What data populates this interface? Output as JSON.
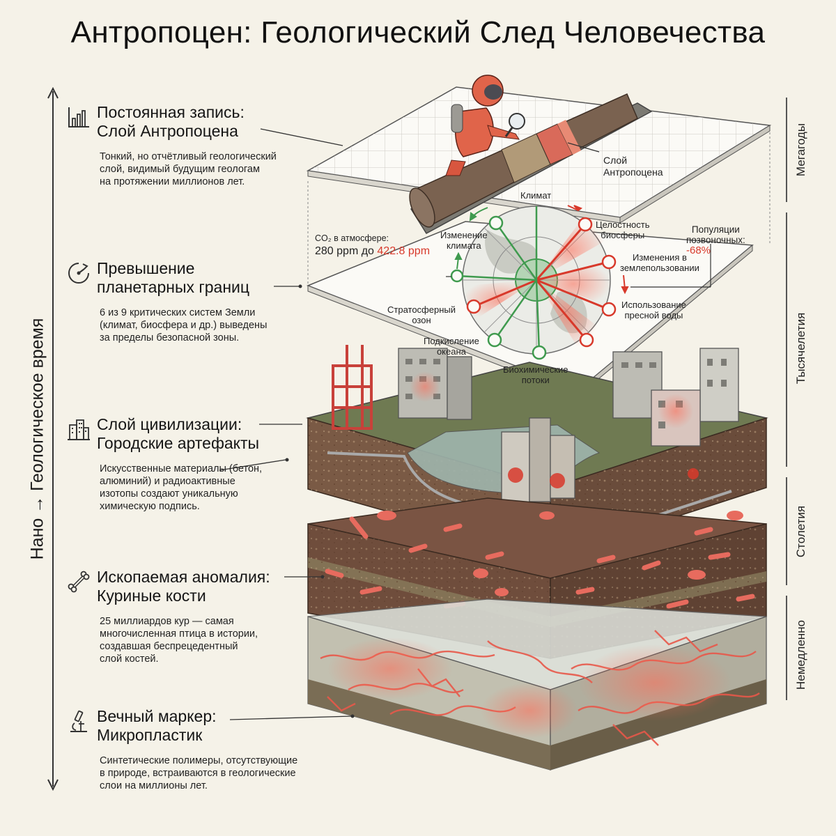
{
  "title": "Антропоцен: Геологический След Человечества",
  "timeline_label": "Нано → Геологическое время",
  "sections": [
    {
      "title_line1": "Постоянная запись:",
      "title_line2": "Слой Антропоцена",
      "body": [
        "Тонкий, но отчётливый геологический",
        "слой, видимый будущим геологам",
        "на протяжении миллионов лет."
      ],
      "icon": "bar-chart-icon"
    },
    {
      "title_line1": "Превышение",
      "title_line2": "планетарных границ",
      "body": [
        "6 из 9 критических систем Земли",
        "(климат, биосфера и др.) выведены",
        "за пределы безопасной зоны."
      ],
      "icon": "gauge-icon"
    },
    {
      "title_line1": "Слой цивилизации:",
      "title_line2": "Городские артефакты",
      "body": [
        "Искусственные материалы (бетон,",
        "алюминий) и радиоактивные",
        "изотопы создают уникальную",
        "химическую подпись."
      ],
      "icon": "city-icon"
    },
    {
      "title_line1": "Ископаемая аномалия:",
      "title_line2": "Куриные кости",
      "body": [
        "25 миллиардов кур — самая",
        "многочисленная птица в истории,",
        "создавшая беспрецедентный",
        "слой костей."
      ],
      "icon": "bone-icon"
    },
    {
      "title_line1": "Вечный маркер:",
      "title_line2": "Микропластик",
      "body": [
        "Синтетические полимеры, отсутствующие",
        "в природе, встраиваются в геологические",
        "слои на миллионы лет."
      ],
      "icon": "microscope-icon"
    }
  ],
  "time_scale": [
    "Мегагоды",
    "Тысячелетия",
    "Столетия",
    "Немедленно"
  ],
  "core_label": [
    "Слой",
    "Антропоцена"
  ],
  "co2": {
    "label": "CO₂ в атмосфере:",
    "from": "280 ppm до",
    "to": "422.8 ppm"
  },
  "vertebrates": {
    "label_line1": "Популяции",
    "label_line2": "позвоночных:",
    "value": "-68%"
  },
  "boundaries": {
    "climate": "Климат",
    "biosphere": [
      "Целостность",
      "биосферы"
    ],
    "land_use": [
      "Изменения в",
      "землепользовании"
    ],
    "freshwater": [
      "Использование",
      "пресной воды"
    ],
    "biochemical": [
      "Биохимические",
      "потоки"
    ],
    "ocean": [
      "Подкисление",
      "океана"
    ],
    "ozone": [
      "Стратосферный",
      "озон"
    ],
    "climate_change": [
      "Изменение",
      "климата"
    ]
  },
  "colors": {
    "accent": "#d8392b",
    "background": "#f5f2e8",
    "soil": "#7a5a45",
    "safe": "#3f9a4e"
  }
}
